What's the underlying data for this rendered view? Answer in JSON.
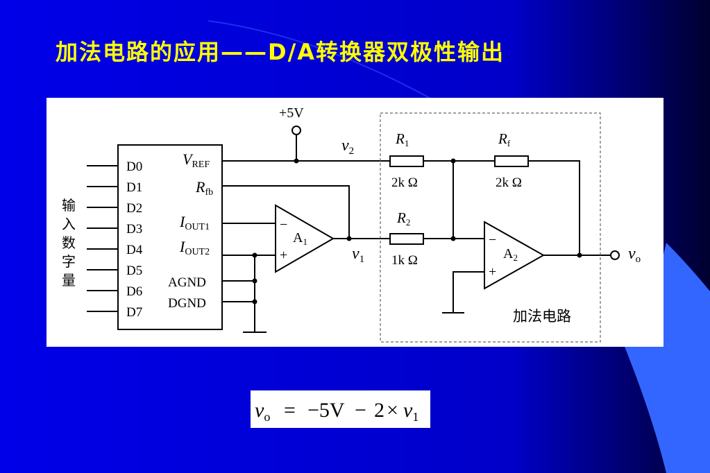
{
  "slide": {
    "title": "加法电路的应用——D/A转换器双极性输出",
    "colors": {
      "background": "#0000E6",
      "title": "#FFFF00",
      "accent_stripe": "#3366FF",
      "panel": "#FFFFFF"
    }
  },
  "diagram": {
    "supply": "+5V",
    "inputs_label": "输入数字量",
    "data_pins": [
      "D0",
      "D1",
      "D2",
      "D3",
      "D4",
      "D5",
      "D6",
      "D7"
    ],
    "pin_vref": {
      "main": "V",
      "sub": "REF"
    },
    "pin_rfb": {
      "main": "R",
      "sub": "fb"
    },
    "pin_iout1": {
      "main": "I",
      "sub": "OUT1"
    },
    "pin_iout2": {
      "main": "I",
      "sub": "OUT2"
    },
    "pin_agnd": "AGND",
    "pin_dgnd": "DGND",
    "opamp1": {
      "main": "A",
      "sub": "1"
    },
    "opamp2": {
      "main": "A",
      "sub": "2"
    },
    "minus_sign": "−",
    "plus_sign": "+",
    "node_v2": {
      "main": "v",
      "sub": "2"
    },
    "node_v1": {
      "main": "v",
      "sub": "1"
    },
    "node_vo": {
      "main": "v",
      "sub": "o"
    },
    "r1": {
      "main": "R",
      "sub": "1",
      "value": "2k Ω"
    },
    "rf": {
      "main": "R",
      "sub": "f",
      "value": "2k Ω"
    },
    "r2": {
      "main": "R",
      "sub": "2",
      "value": "1k Ω"
    },
    "adder_label": "加法电路"
  },
  "formula": {
    "lhs_main": "v",
    "lhs_sub": "o",
    "eq": "=",
    "term1": "−5V",
    "minus": "−",
    "coef": "2",
    "times": "×",
    "rhs_main": "v",
    "rhs_sub": "1"
  }
}
